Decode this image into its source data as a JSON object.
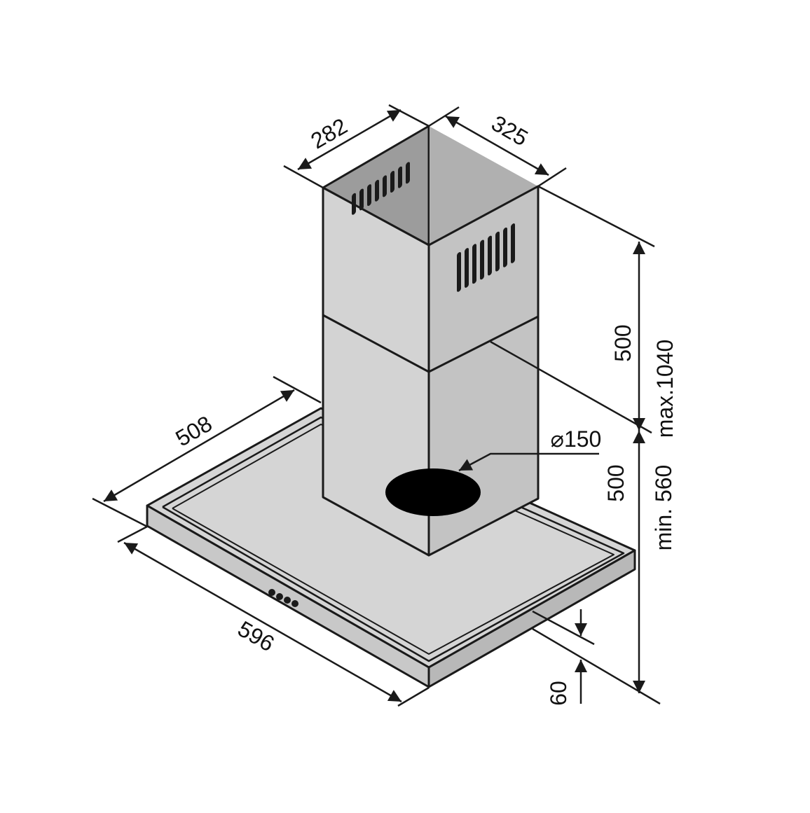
{
  "dimensions": {
    "chimney_width": "282",
    "chimney_depth": "325",
    "upper_height": "500",
    "lower_height": "500",
    "max_height": "max.1040",
    "min_height": "min. 560",
    "hood_depth": "508",
    "hood_width": "596",
    "hood_thickness": "60",
    "outlet_diameter": "⌀150"
  },
  "colors": {
    "line": "#1a1a1a",
    "steel_light": "#d9d9d9",
    "steel_mid": "#c9c9c9",
    "steel_dark": "#b5b5b5",
    "inner_panel": "#9a9a9a",
    "outlet": "#000000"
  },
  "control_buttons": 4
}
